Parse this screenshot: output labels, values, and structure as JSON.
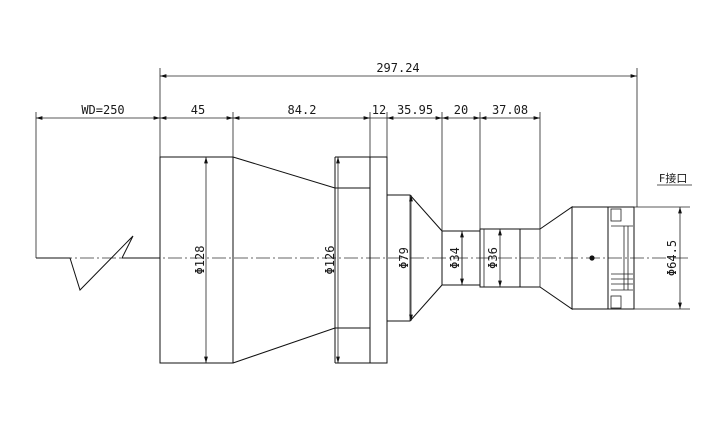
{
  "dimensions": {
    "total_length": "297.24",
    "working_distance": "WD=250",
    "segment_1": "45",
    "segment_2": "84.2",
    "segment_3": "12",
    "segment_4": "35.95",
    "segment_5": "20",
    "segment_6": "37.08"
  },
  "diameters": {
    "front": "Φ128",
    "cone_end": "Φ126",
    "cone_small": "Φ79",
    "neck_a": "Φ34",
    "neck_b": "Φ36",
    "mount": "Φ64.5"
  },
  "mount_label": "F接口"
}
